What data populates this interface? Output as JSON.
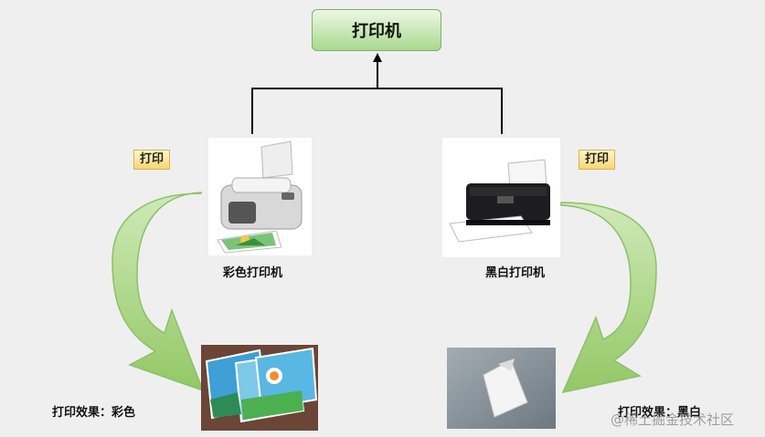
{
  "root": {
    "label": "打印机"
  },
  "left": {
    "tag": "打印",
    "printer_name": "彩色打印机",
    "result_label": "打印效果：彩色",
    "printer_icon": "color-printer-icon",
    "output_icon": "color-prints-icon"
  },
  "right": {
    "tag": "打印",
    "printer_name": "黑白打印机",
    "result_label": "打印效果：黑白",
    "printer_icon": "bw-printer-icon",
    "output_icon": "blank-paper-icon"
  },
  "watermark": "@稀土掘金技术社区",
  "colors": {
    "root_fill": "#a8d98e",
    "arrow_fill": "#a6d37f",
    "tag_fill": "#f5d676",
    "connector": "#000000"
  }
}
